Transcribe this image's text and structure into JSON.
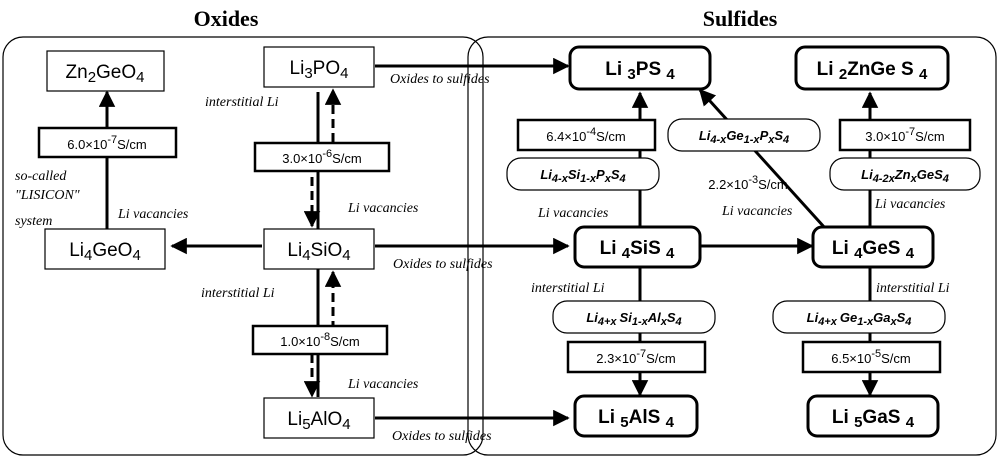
{
  "titles": {
    "oxides": "Oxides",
    "sulfides": "Sulfides"
  },
  "oxides": {
    "zn2geo4": [
      "Zn",
      "2",
      "GeO",
      "4"
    ],
    "li3po4": [
      "Li",
      "3",
      "PO",
      "4"
    ],
    "li4geo4": [
      "Li",
      "4",
      "GeO",
      "4"
    ],
    "li4sio4": [
      "Li",
      "4",
      "SiO",
      "4"
    ],
    "li5alo4": [
      "Li",
      "5",
      "AlO",
      "4"
    ]
  },
  "sulfides": {
    "li3ps4": [
      "Li ",
      "3",
      "PS ",
      "4"
    ],
    "li2znges4": [
      "Li ",
      "2",
      "ZnGe S ",
      "4"
    ],
    "li4sis4": [
      "Li ",
      "4",
      "SiS ",
      "4"
    ],
    "li4ges4": [
      "Li ",
      "4",
      "GeS ",
      "4"
    ],
    "li5als4": [
      "Li ",
      "5",
      "AlS ",
      "4"
    ],
    "li5gas4": [
      "Li ",
      "5",
      "GaS ",
      "4"
    ]
  },
  "conductivities": {
    "zn_geo": [
      "6.0×10",
      "-7",
      "S/cm"
    ],
    "li3po4_sio4": [
      "3.0×10",
      "-6",
      "S/cm"
    ],
    "sio4_alo4": [
      "1.0×10",
      "-8",
      "S/cm"
    ],
    "ps4": [
      "6.4×10",
      "-4",
      "S/cm"
    ],
    "diag": [
      "2.2×10",
      "-3",
      "S/cm"
    ],
    "znges4": [
      "3.0×10",
      "-7",
      "S/cm"
    ],
    "als4": [
      "2.3×10",
      "-7",
      "S/cm"
    ],
    "gas4": [
      "6.5×10",
      "-5",
      "S/cm"
    ]
  },
  "formulas": {
    "sip": [
      "Li",
      "4-x",
      "Si",
      "1-x",
      "P",
      "x",
      "S",
      "4"
    ],
    "gep": [
      "Li",
      "4-x",
      "Ge",
      "1-x",
      "P",
      "x",
      "S",
      "4"
    ],
    "gezn": [
      "Li",
      "4-2x",
      "Zn",
      "x",
      "GeS",
      "4"
    ],
    "sial": [
      "Li",
      "4+x",
      "Si",
      "1-x",
      "Al",
      "x",
      "S",
      "4"
    ],
    "gega": [
      "Li",
      "4+x",
      "Ge",
      "1-x",
      "Ga",
      "x",
      "S",
      "4"
    ]
  },
  "labels": {
    "interstitial_li": "interstitial Li",
    "li_vacancies": "Li vacancies",
    "oxides_to_sulfides": "Oxides to sulfides",
    "so_called": "so-called",
    "lisicon": "\"LISICON\"",
    "system": "system"
  }
}
